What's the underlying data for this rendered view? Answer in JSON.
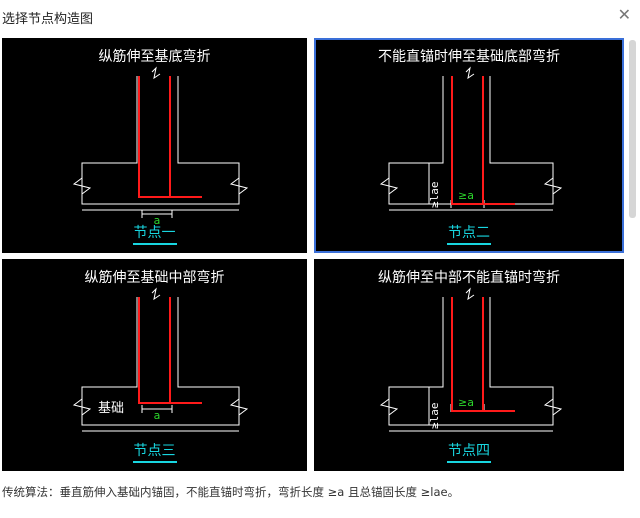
{
  "window": {
    "title": "选择节点构造图",
    "close_label": "✕"
  },
  "panels": [
    {
      "title": "纵筋伸至基底弯折",
      "label": "节点一",
      "dim_text": "a",
      "base_text": "",
      "lae_text": "",
      "selected": false
    },
    {
      "title": "不能直锚时伸至基础底部弯折",
      "label": "节点二",
      "dim_text": "≥a",
      "base_text": "",
      "lae_text": "≥lae",
      "selected": true
    },
    {
      "title": "纵筋伸至基础中部弯折",
      "label": "节点三",
      "dim_text": "a",
      "base_text": "基础",
      "lae_text": "",
      "selected": false
    },
    {
      "title": "纵筋伸至中部不能直锚时弯折",
      "label": "节点四",
      "dim_text": "≥a",
      "base_text": "",
      "lae_text": "≥lae",
      "selected": false
    }
  ],
  "description": "传统算法：垂直筋伸入基础内锚固，不能直锚时弯折，弯折长度 ≥a 且总锚固长度 ≥lae。",
  "colors": {
    "rebar": "#ff1a1a",
    "dimension_text": "#2bd62b",
    "label": "#18d6e0",
    "selected_border": "#3a6fd8"
  }
}
